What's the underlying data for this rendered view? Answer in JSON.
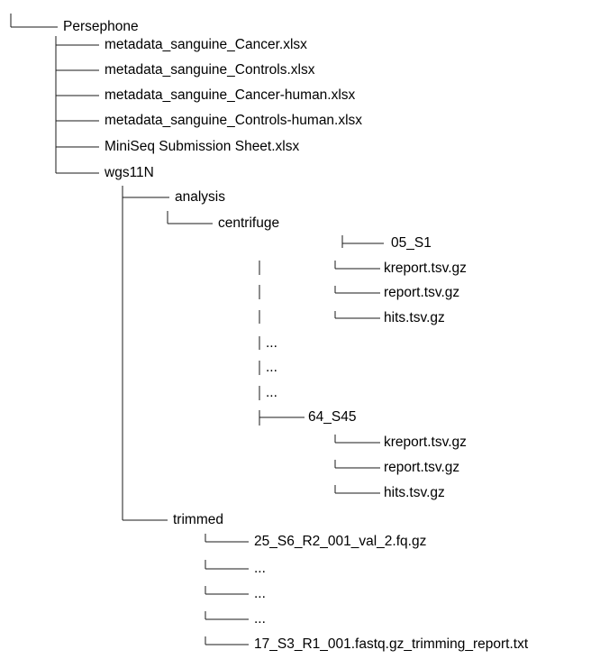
{
  "tree": {
    "root": "Persephone",
    "root_files": [
      "metadata_sanguine_Cancer.xlsx",
      "metadata_sanguine_Controls.xlsx",
      "metadata_sanguine_Cancer-human.xlsx",
      "metadata_sanguine_Controls-human.xlsx",
      "MiniSeq Submission Sheet.xlsx"
    ],
    "run_folder": "wgs11N",
    "analysis": {
      "label": "analysis",
      "tool": "centrifuge",
      "first_sample": {
        "label": "05_S1",
        "files": [
          "kreport.tsv.gz",
          "report.tsv.gz",
          "hits.tsv.gz"
        ]
      },
      "ellipses": [
        "...",
        "...",
        "..."
      ],
      "last_sample": {
        "label": "64_S45",
        "files": [
          "kreport.tsv.gz",
          "report.tsv.gz",
          "hits.tsv.gz"
        ]
      }
    },
    "trimmed": {
      "label": "trimmed",
      "items": [
        "25_S6_R2_001_val_2.fq.gz",
        "...",
        "...",
        "...",
        "17_S3_R1_001.fastq.gz_trimming_report.txt"
      ]
    }
  }
}
